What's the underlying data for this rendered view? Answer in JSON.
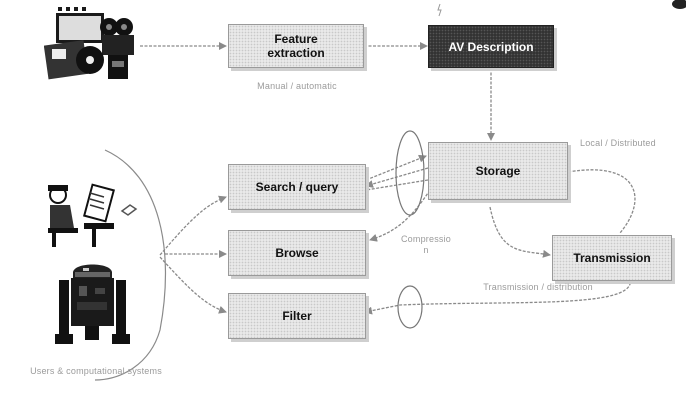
{
  "nodes": {
    "feature_extraction": "Feature extraction",
    "av_description": "AV Description",
    "storage": "Storage",
    "search_query": "Search / query",
    "browse": "Browse",
    "filter": "Filter",
    "transmission": "Transmission"
  },
  "annotations": {
    "feature_extraction_note": "Manual / automatic",
    "storage_note": "Local / Distributed",
    "compression_note": "Compression",
    "transmission_note": "Transmission / distribution",
    "users_note": "Users & computational systems"
  },
  "icons": {
    "media": "film-reel-video-camera-icon",
    "user": "person-at-computer-icon",
    "robot": "robot-icon"
  },
  "colors": {
    "box_fill": "#e9e9e9",
    "av_description_fill": "#333333",
    "line": "#8a8a8a"
  }
}
